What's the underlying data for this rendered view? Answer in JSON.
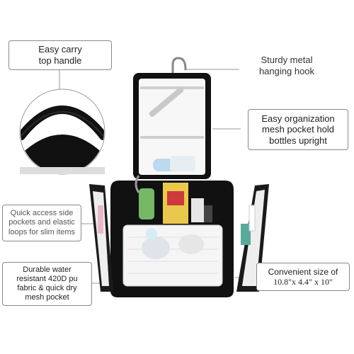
{
  "callouts": {
    "handle": [
      "Easy carry",
      "top handle"
    ],
    "hook": [
      "Sturdy metal",
      "hanging hook"
    ],
    "mesh": [
      "Easy organization",
      "mesh pocket hold",
      "bottles upright"
    ],
    "side": [
      "Quick access side",
      "pockets and elastic",
      "loops for slim items"
    ],
    "fabric": [
      "Durable water",
      "resistant 420D pu",
      "fabric & quick dry",
      "mesh pocket"
    ],
    "size": [
      "Convenient size of",
      "10.8\"x  4.4\"  x  10\""
    ]
  },
  "colors": {
    "bag": "#111111",
    "lining": "#f2f2f2",
    "zipper": "#2a2a2a",
    "box_border": "#8a8a8a"
  },
  "icons": {
    "hook": "metal-hanging-hook",
    "handle": "carry-handle"
  }
}
